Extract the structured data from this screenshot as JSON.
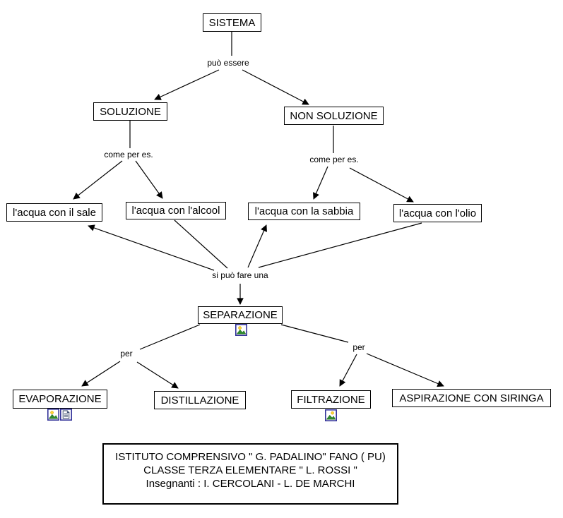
{
  "nodes": {
    "sistema": {
      "label": "SISTEMA"
    },
    "soluzione": {
      "label": "SOLUZIONE"
    },
    "non_soluzione": {
      "label": "NON SOLUZIONE"
    },
    "acqua_sale": {
      "label": "l'acqua con il sale"
    },
    "acqua_alcool": {
      "label": "l'acqua con l'alcool"
    },
    "acqua_sabbia": {
      "label": "l'acqua con la sabbia"
    },
    "acqua_olio": {
      "label": "l'acqua con l'olio"
    },
    "separazione": {
      "label": "SEPARAZIONE"
    },
    "evaporazione": {
      "label": "EVAPORAZIONE"
    },
    "distillazione": {
      "label": "DISTILLAZIONE"
    },
    "filtrazione": {
      "label": "FILTRAZIONE"
    },
    "aspirazione": {
      "label": "ASPIRAZIONE CON SIRINGA"
    }
  },
  "link_labels": {
    "puo_essere": "può essere",
    "come_per_es_left": "come per es.",
    "come_per_es_right": "come per es.",
    "si_puo_fare_una": "si può fare una",
    "per_left": "per",
    "per_right": "per"
  },
  "icons": {
    "separazione_resource": "picture-icon",
    "evaporazione_resource_1": "picture-icon",
    "evaporazione_resource_2": "document-icon",
    "filtrazione_resource": "picture-icon"
  },
  "credits": {
    "line1": "ISTITUTO COMPRENSIVO  \" G. PADALINO\" FANO ( PU)",
    "line2": "CLASSE TERZA ELEMENTARE  \" L. ROSSI \"",
    "line3": "Insegnanti : I. CERCOLANI  - L. DE MARCHI"
  },
  "colors": {
    "background": "#ffffff",
    "box_border": "#000000",
    "text": "#000000",
    "line": "#000000",
    "icon_border": "#333399",
    "icon_sun": "#ffd633",
    "icon_mountain": "#2e8b2e",
    "icon_page_line": "#334466"
  }
}
